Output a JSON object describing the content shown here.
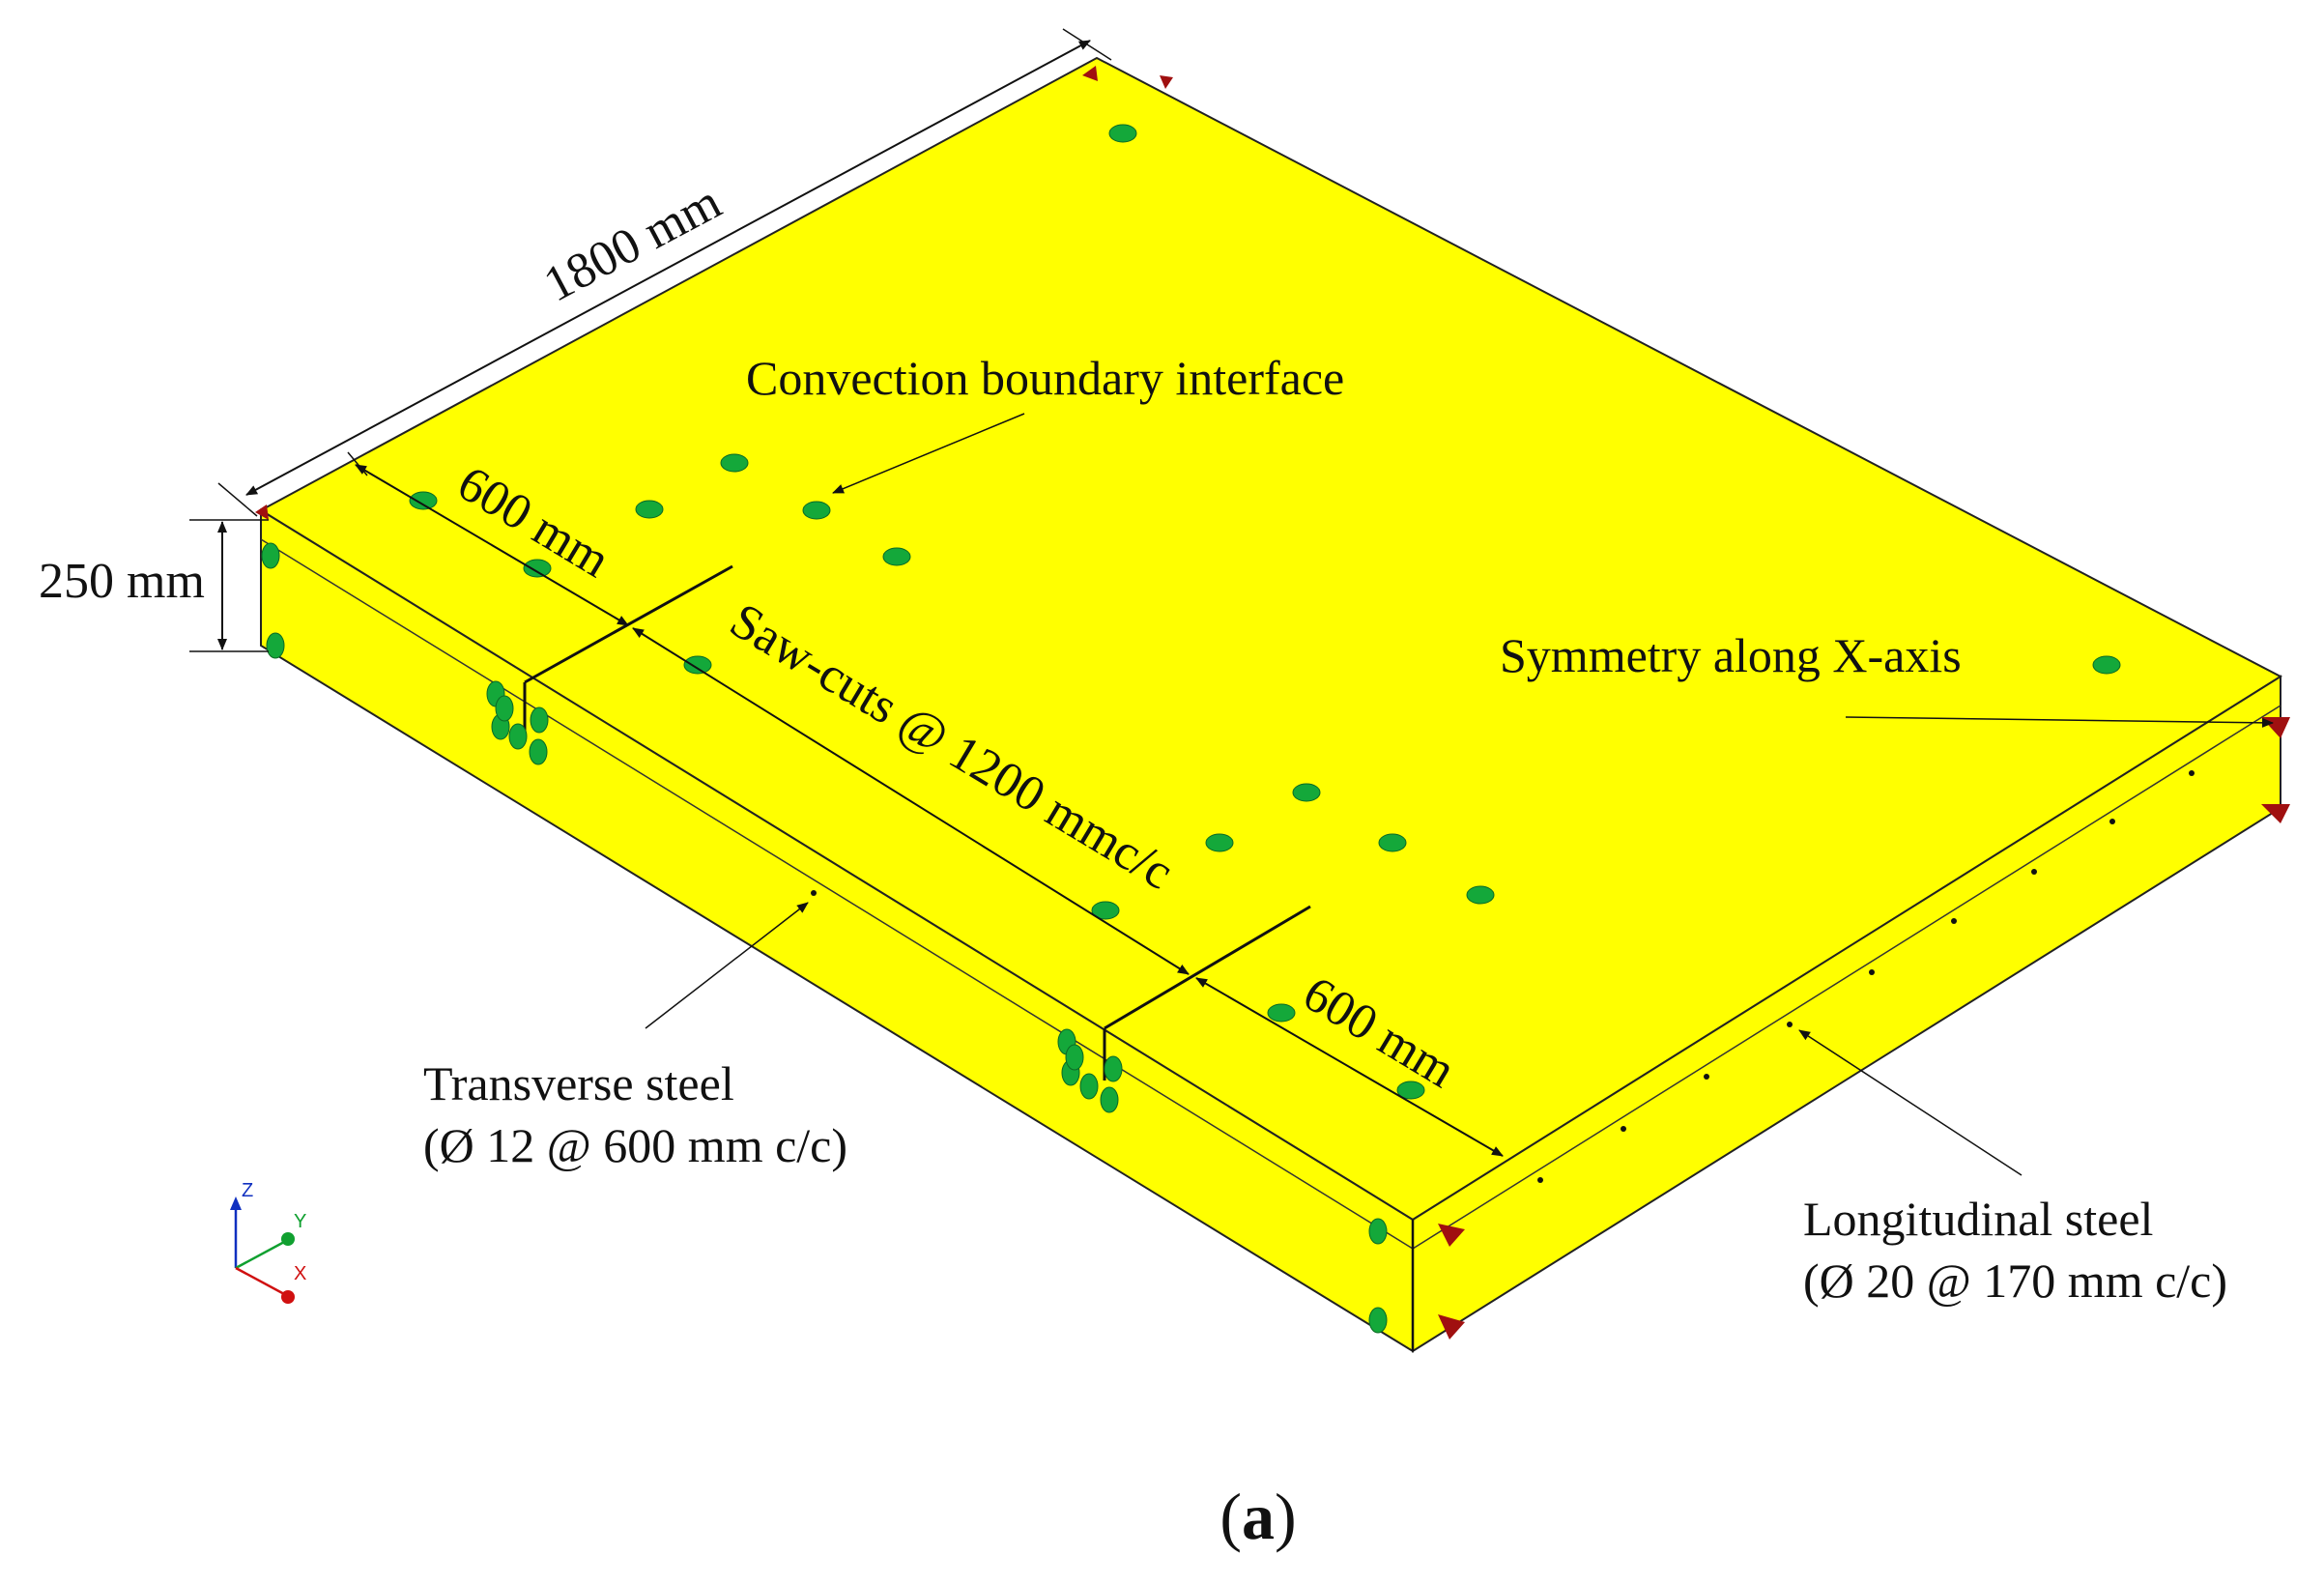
{
  "dimensions": {
    "length": "1800 mm",
    "thickness": "250 mm",
    "edge_offset_1": "600 mm",
    "edge_offset_2": "600 mm",
    "saw_cut_spacing": "Saw-cuts @ 1200 mmc/c"
  },
  "annotations": {
    "convection": "Convection boundary interface",
    "symmetry": "Symmetry along X-axis",
    "transverse_title": "Transverse steel",
    "transverse_spec": "(Ø 12 @ 600 mm c/c)",
    "longitudinal_title": "Longitudinal steel",
    "longitudinal_spec": "(Ø 20 @ 170 mm c/c)"
  },
  "axes": {
    "x": "X",
    "y": "Y",
    "z": "Z"
  },
  "caption": {
    "open": "(",
    "letter": "a",
    "close": ")"
  },
  "colors": {
    "slab_face": "#ffff00",
    "edge": "#222222",
    "sensor": "#14a83a",
    "support": "#a01010",
    "axis_x": "#d01010",
    "axis_y": "#10a030",
    "axis_z": "#1030c0"
  }
}
